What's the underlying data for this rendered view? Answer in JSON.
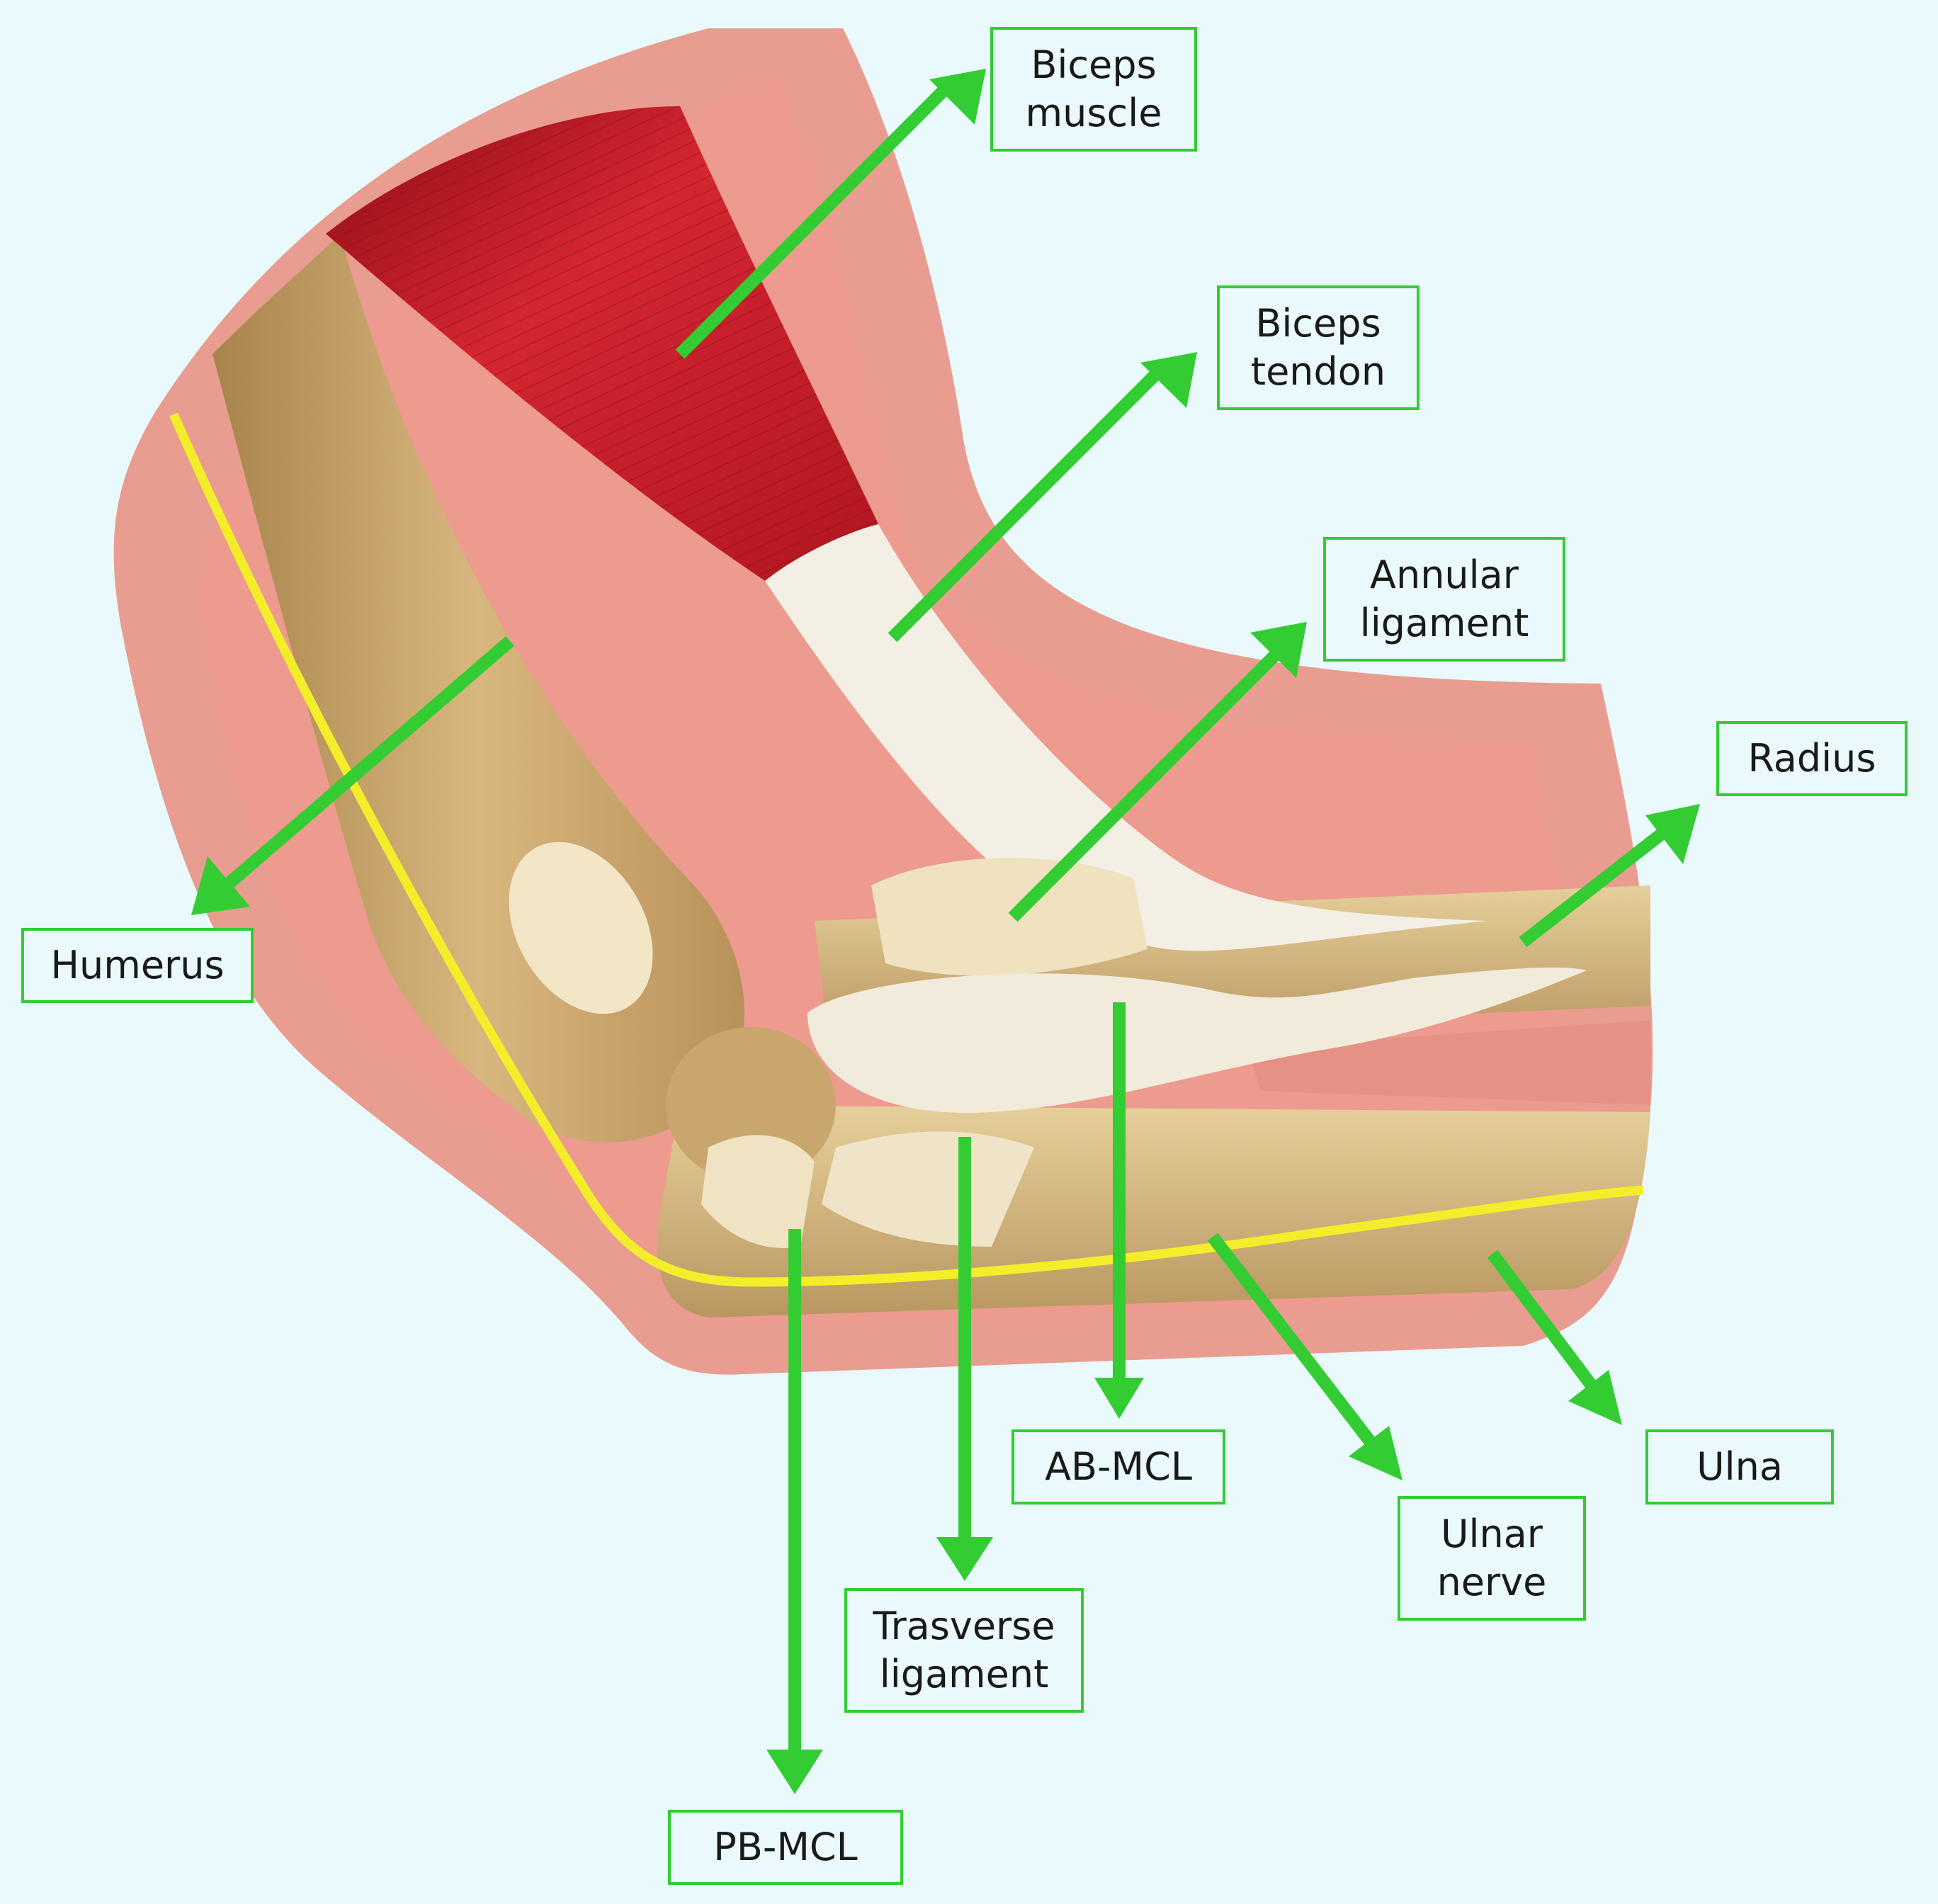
{
  "labels": {
    "biceps_muscle": [
      "Biceps",
      "muscle"
    ],
    "biceps_tendon": [
      "Biceps",
      "tendon"
    ],
    "annular_ligament": [
      "Annular",
      "ligament"
    ],
    "radius": [
      "Radius"
    ],
    "humerus": [
      "Humerus"
    ],
    "ab_mcl": [
      "AB-MCL"
    ],
    "ulnar_nerve": [
      "Ulnar",
      "nerve"
    ],
    "ulna": [
      "Ulna"
    ],
    "trasverse_ligament": [
      "Trasverse",
      "ligament"
    ],
    "pb_mcl": [
      "PB-MCL"
    ]
  },
  "colors": {
    "background": "#e9f9fc",
    "skin": "#e89a8e",
    "muscle": "#c8202a",
    "bone": "#d9b47a",
    "tendon": "#f3eee2",
    "nerve": "#f4ee2a",
    "arrow": "#33cc33"
  }
}
